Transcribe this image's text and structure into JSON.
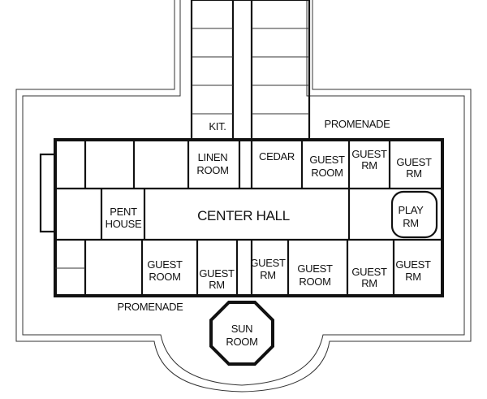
{
  "plan": {
    "rooms": {
      "kitchen": "KIT.",
      "promenade_north": "PROMENADE",
      "linen_room": [
        "LINEN",
        "ROOM"
      ],
      "cedar": "CEDAR",
      "guest_room_ne1": [
        "GUEST",
        "ROOM"
      ],
      "guest_rm_ne2": [
        "GUEST",
        "RM"
      ],
      "guest_rm_ne3": [
        "GUEST",
        "RM"
      ],
      "pent_house": [
        "PENT",
        "HOUSE"
      ],
      "center_hall": "CENTER HALL",
      "play_rm": [
        "PLAY",
        "RM"
      ],
      "guest_room_sw1": [
        "GUEST",
        "ROOM"
      ],
      "guest_rm_sw2": [
        "GUEST",
        "RM"
      ],
      "guest_rm_se1": [
        "GUEST",
        "RM"
      ],
      "guest_room_se2": [
        "GUEST",
        "ROOM"
      ],
      "guest_rm_se3": [
        "GUEST",
        "RM"
      ],
      "guest_rm_se4": [
        "GUEST",
        "RM"
      ],
      "promenade_south": "PROMENADE",
      "sun_room": [
        "SUN",
        "ROOM"
      ]
    }
  }
}
